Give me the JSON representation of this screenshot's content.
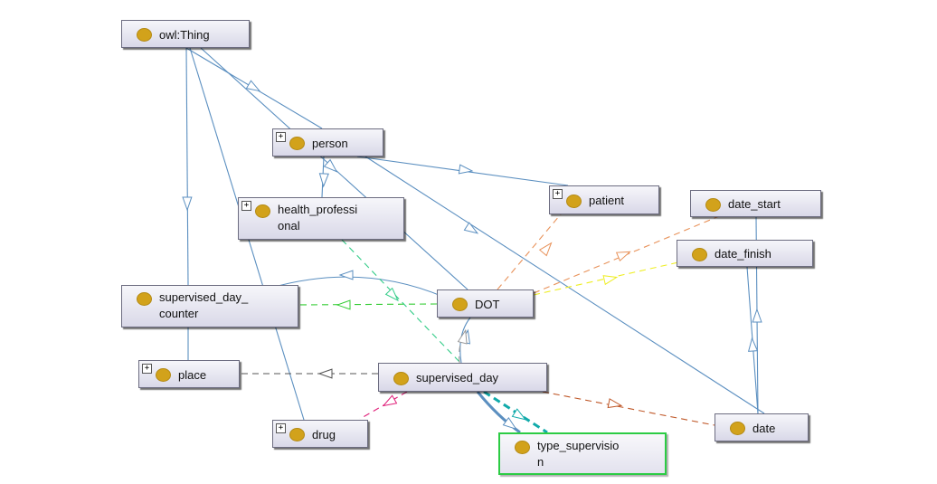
{
  "diagram": {
    "nodes": [
      {
        "id": "owl_thing",
        "label": "owl:Thing",
        "expandable": false
      },
      {
        "id": "person",
        "label": "person",
        "expandable": true
      },
      {
        "id": "patient",
        "label": "patient",
        "expandable": true
      },
      {
        "id": "health_professional",
        "label": "health_professi\nonal",
        "expandable": true
      },
      {
        "id": "date_start",
        "label": "date_start",
        "expandable": false
      },
      {
        "id": "date_finish",
        "label": "date_finish",
        "expandable": false
      },
      {
        "id": "supervised_day_counter",
        "label": "supervised_day_\ncounter",
        "expandable": false
      },
      {
        "id": "dot",
        "label": "DOT",
        "expandable": false
      },
      {
        "id": "place",
        "label": "place",
        "expandable": true
      },
      {
        "id": "supervised_day",
        "label": "supervised_day",
        "expandable": false
      },
      {
        "id": "date",
        "label": "date",
        "expandable": false
      },
      {
        "id": "drug",
        "label": "drug",
        "expandable": true
      },
      {
        "id": "type_supervision",
        "label": "type_supervisio\nn",
        "expandable": false,
        "selected": true
      }
    ],
    "edges": [
      {
        "from": "owl_thing",
        "to": "person",
        "kind": "subclass"
      },
      {
        "from": "owl_thing",
        "to": "supervised_day_counter",
        "kind": "subclass"
      },
      {
        "from": "owl_thing",
        "to": "drug",
        "kind": "subclass"
      },
      {
        "from": "owl_thing",
        "to": "dot",
        "kind": "subclass"
      },
      {
        "from": "person",
        "to": "patient",
        "kind": "subclass"
      },
      {
        "from": "person",
        "to": "health_professional",
        "kind": "subclass"
      },
      {
        "from": "person",
        "to": "date",
        "kind": "subclass"
      },
      {
        "from": "dot",
        "to": "supervised_day_counter",
        "kind": "subclass"
      },
      {
        "from": "supervised_day_counter",
        "to": "place",
        "kind": "subclass"
      },
      {
        "from": "supervised_day",
        "to": "dot",
        "kind": "subclass"
      },
      {
        "from": "supervised_day",
        "to": "type_supervision",
        "kind": "subclass"
      },
      {
        "from": "date",
        "to": "date_start",
        "kind": "subclass"
      },
      {
        "from": "date",
        "to": "date_finish",
        "kind": "subclass"
      },
      {
        "from": "dot",
        "to": "supervised_day_counter",
        "kind": "property",
        "color": "#33cc33"
      },
      {
        "from": "dot",
        "to": "patient",
        "kind": "property",
        "color": "#e8925a"
      },
      {
        "from": "dot",
        "to": "date_start",
        "kind": "property",
        "color": "#e8925a"
      },
      {
        "from": "dot",
        "to": "date_finish",
        "kind": "property",
        "color": "#eeee22"
      },
      {
        "from": "health_professional",
        "to": "type_supervision",
        "kind": "property",
        "color": "#33cc88"
      },
      {
        "from": "supervised_day",
        "to": "place",
        "kind": "property",
        "color": "#555555"
      },
      {
        "from": "supervised_day",
        "to": "drug",
        "kind": "property",
        "color": "#e0207a"
      },
      {
        "from": "supervised_day",
        "to": "date",
        "kind": "property",
        "color": "#c0592a"
      },
      {
        "from": "supervised_day",
        "to": "dot",
        "kind": "property",
        "color": "#999999"
      },
      {
        "from": "supervised_day",
        "to": "type_supervision",
        "kind": "property",
        "color": "#11aaaa"
      }
    ],
    "colors": {
      "subclass_edge": "#5b8fc0",
      "node_dot": "#d2a21b",
      "selected_border": "#2ccc44"
    }
  }
}
